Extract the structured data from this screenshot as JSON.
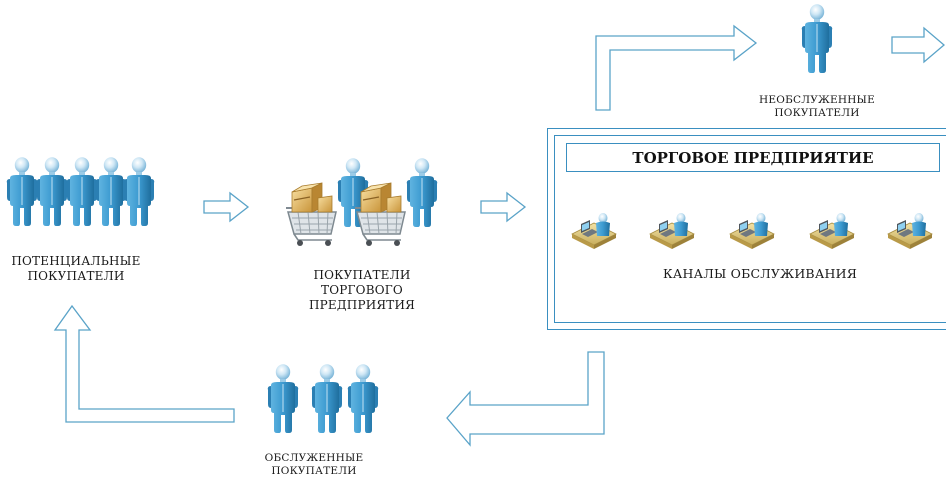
{
  "groups": {
    "potential": {
      "line1": "ПОТЕНЦИАЛЬНЫЕ",
      "line2": "ПОКУПАТЕЛИ",
      "count": 5
    },
    "store_buyers": {
      "line1": "ПОКУПАТЕЛИ",
      "line2": "ТОРГОВОГО",
      "line3": "ПРЕДПРИЯТИЯ",
      "count": 2
    },
    "unserved": {
      "line1": "НЕОБСЛУЖЕННЫЕ",
      "line2": "ПОКУПАТЕЛИ",
      "count": 1
    },
    "served": {
      "line1": "ОБСЛУЖЕННЫЕ",
      "line2": "ПОКУПАТЕЛИ",
      "count": 3
    }
  },
  "enterprise": {
    "title": "ТОРГОВОЕ ПРЕДПРИЯТИЕ",
    "channels_label": "КАНАЛЫ ОБСЛУЖИВАНИЯ",
    "channel_count": 5
  },
  "colors": {
    "person_body": "#3c9ad0",
    "person_dark": "#236a98",
    "person_light": "#b9def2",
    "arrow_stroke": "#5aa3c8",
    "frame": "#3a8fc0",
    "box_light": "#f2d28a",
    "box_dark": "#c9953b",
    "cart": "#8f9aa3",
    "desk": "#e9d89a",
    "desk_dark": "#b9a04e"
  }
}
